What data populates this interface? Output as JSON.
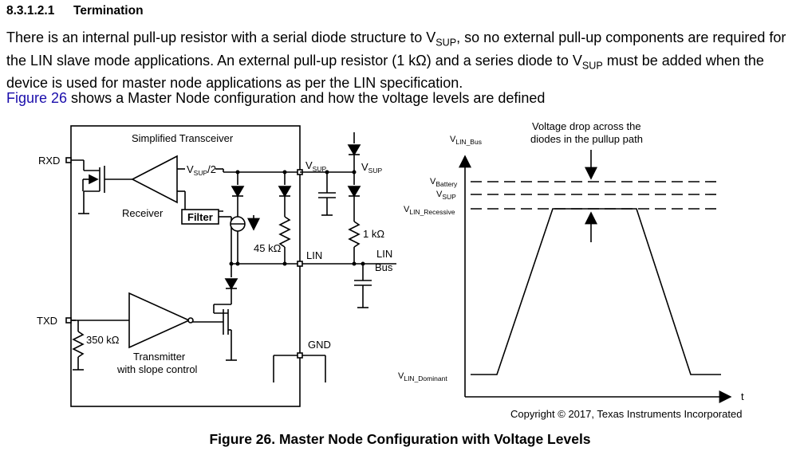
{
  "section": {
    "number": "8.3.1.2.1",
    "title": "Termination"
  },
  "paragraph": {
    "p1a": "There is an internal pull-up resistor with a serial diode structure to V",
    "p1a_sub": "SUP",
    "p1b": ", so no external pull-up components are required for the LIN slave mode applications. An external pull-up resistor (1 kΩ) and a series diode to V",
    "p1b_sub": "SUP",
    "p1c": " must be added when the device is used for master node applications as per the LIN specification.",
    "p2_link": "Figure 26",
    "p2_rest": " shows a Master Node configuration and how the voltage levels are defined"
  },
  "schematic": {
    "title": "Simplified Transceiver",
    "rxd": "RXD",
    "txd": "TXD",
    "receiver": "Receiver",
    "vsup_half": "V",
    "vsup_half_sub": "SUP",
    "vsup_half_suffix": "/2",
    "filter": "Filter",
    "r45k": "45 kΩ",
    "r350k": "350 kΩ",
    "r1k": "1 kΩ",
    "vsup_pin": "V",
    "vsup_pin_sub": "SUP",
    "vsup_ext": "V",
    "vsup_ext_sub": "SUP",
    "lin_pin": "LIN",
    "lin_bus_1": "LIN",
    "lin_bus_2": "Bus",
    "gnd": "GND",
    "transmitter_1": "Transmitter",
    "transmitter_2": "with slope control"
  },
  "waveform": {
    "y_label": "V",
    "y_label_sub": "LIN_Bus",
    "x_label": "t",
    "annotation_1": "Voltage drop across the",
    "annotation_2": "diodes in the pullup path",
    "levels": [
      {
        "name": "V",
        "sub": "Battery"
      },
      {
        "name": "V",
        "sub": "SUP"
      },
      {
        "name": "V",
        "sub": "LIN_Recessive"
      },
      {
        "name": "V",
        "sub": "LIN_Dominant"
      }
    ]
  },
  "copyright": "Copyright © 2017, Texas Instruments Incorporated",
  "caption": "Figure 26.  Master Node Configuration with Voltage Levels"
}
